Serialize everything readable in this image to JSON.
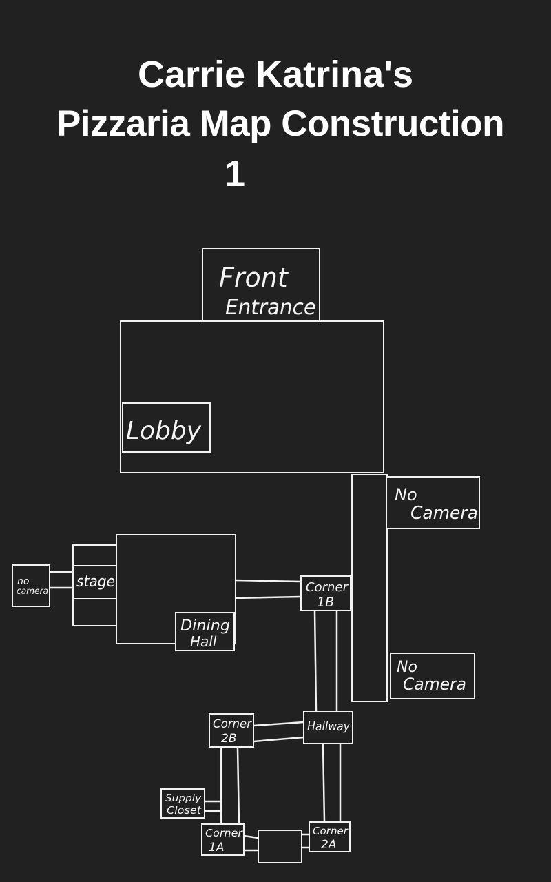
{
  "title": {
    "line1": "Carrie Katrina's",
    "line2": "Pizzaria Map Construction",
    "line3": "1"
  },
  "rooms": {
    "front_entrance": {
      "line1": "Front",
      "line2": "Entrance"
    },
    "lobby": "Lobby",
    "no_camera_upper": {
      "line1": "No",
      "line2": "Camera"
    },
    "no_camera_lower": {
      "line1": "No",
      "line2": "Camera"
    },
    "no_camera_left": {
      "line1": "no",
      "line2": "camera"
    },
    "stage": "stage",
    "dining_hall": {
      "line1": "Dining",
      "line2": "Hall"
    },
    "corner_1b": {
      "line1": "Corner",
      "line2": "1B"
    },
    "hallway": "Hallway",
    "corner_2b": {
      "line1": "Corner",
      "line2": "2B"
    },
    "supply_closet": {
      "line1": "Supply",
      "line2": "Closet"
    },
    "corner_1a": {
      "line1": "Corner",
      "line2": "1A"
    },
    "corner_2a": {
      "line1": "Corner",
      "line2": "2A"
    }
  }
}
